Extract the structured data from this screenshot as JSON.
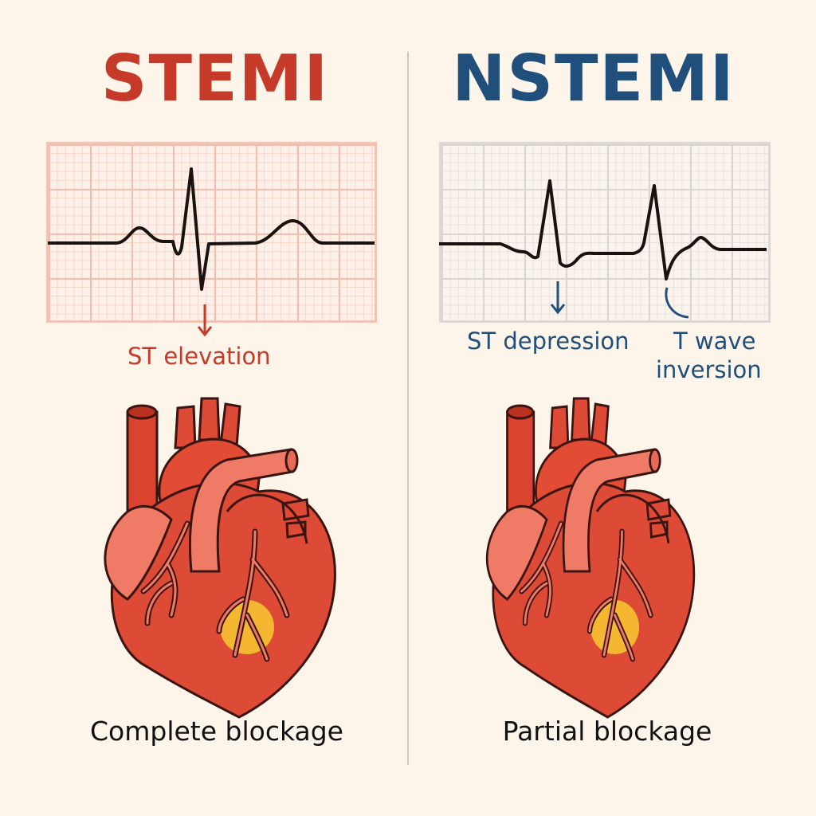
{
  "left": {
    "title": "STEMI",
    "ecg_annotation": "ST elevation",
    "caption": "Complete blockage",
    "accent_color": "#c63a2a"
  },
  "right": {
    "title": "NSTEMI",
    "ecg_annotation_1": "ST depression",
    "ecg_annotation_2_line1": "T wave",
    "ecg_annotation_2_line2": "inversion",
    "caption": "Partial blockage",
    "accent_color": "#1f4f7a"
  }
}
